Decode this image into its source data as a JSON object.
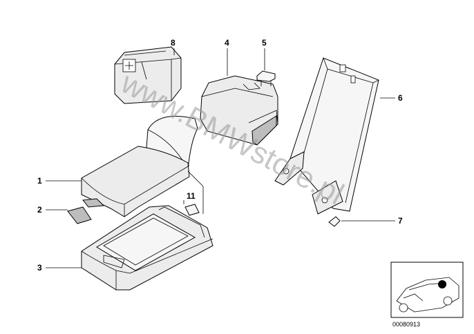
{
  "diagram": {
    "callouts": [
      {
        "id": "1",
        "label": "1"
      },
      {
        "id": "2",
        "label": "2"
      },
      {
        "id": "3",
        "label": "3"
      },
      {
        "id": "4",
        "label": "4"
      },
      {
        "id": "5",
        "label": "5"
      },
      {
        "id": "6",
        "label": "6"
      },
      {
        "id": "7",
        "label": "7"
      },
      {
        "id": "8",
        "label": "8"
      },
      {
        "id": "11",
        "label": "11"
      }
    ],
    "watermark": "www.BMWstore.pl",
    "thumbnail_code": "00080913"
  }
}
